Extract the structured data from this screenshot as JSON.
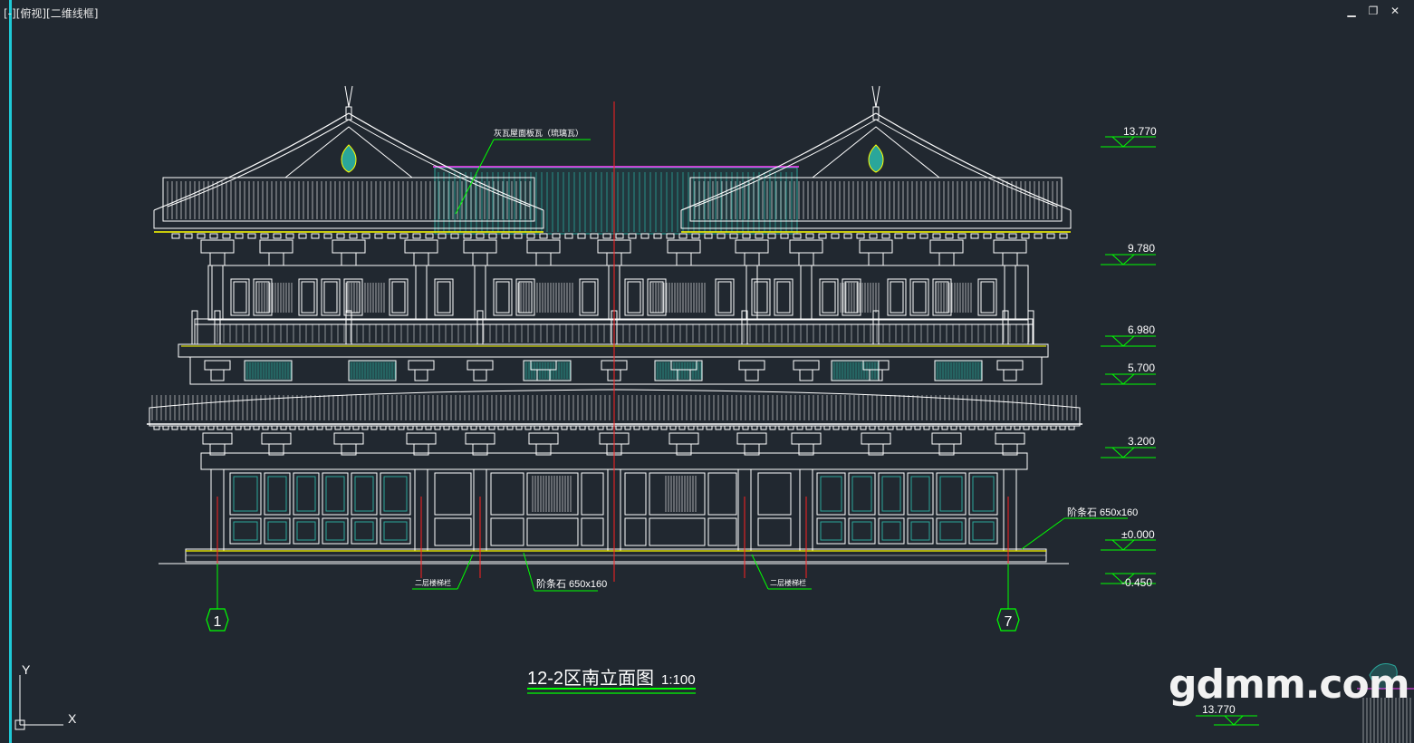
{
  "viewport": {
    "label": "[-][俯视][二维线框]",
    "controls": {
      "minimize": "▁",
      "restore": "❐",
      "close": "✕"
    }
  },
  "drawing": {
    "title": "12-2区南立面图",
    "scale": "1:100",
    "levels": [
      "13.770",
      "9.780",
      "6.980",
      "5.700",
      "3.200",
      "±0.000",
      "-0.450"
    ],
    "grid_axes": [
      "1",
      "7"
    ],
    "annotations": {
      "roof_tile": "灰瓦屋面板瓦（琉璃瓦）",
      "step_right": "阶条石  650x160",
      "step_bottom": "阶条石  650x160",
      "stair_left": "二层楼梯栏",
      "stair_right": "二层楼梯栏"
    },
    "bottom_level": "13.770"
  },
  "ucs": {
    "y_label": "Y",
    "x_label": "X"
  },
  "watermark": "gdmm.com",
  "colors": {
    "background": "#212830",
    "line": "#ffffff",
    "green": "#00ff00",
    "red": "#ff2020",
    "yellow": "#ffff00",
    "teal": "#2aa69a",
    "magenta": "#ff40ff",
    "cyan": "#1ec9d6"
  }
}
